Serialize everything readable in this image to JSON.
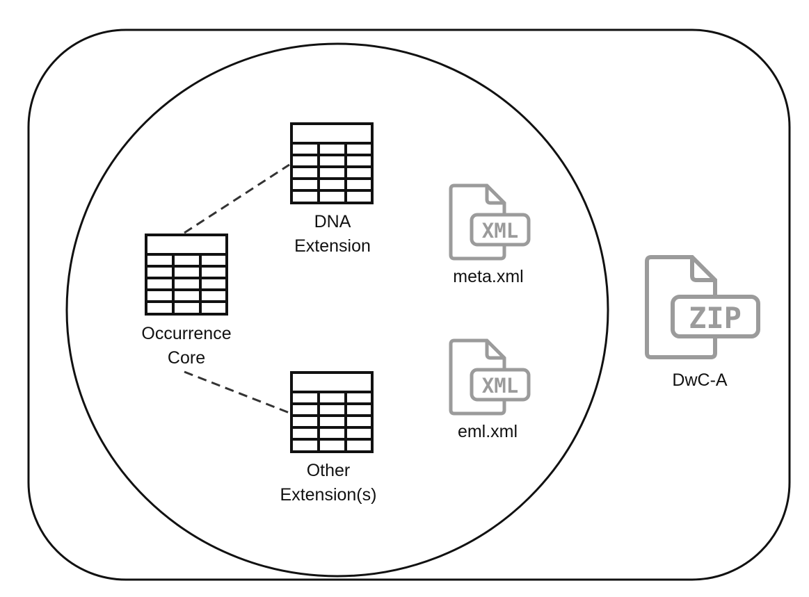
{
  "diagram": {
    "core": {
      "label_line1": "Occurrence",
      "label_line2": "Core"
    },
    "dna_extension": {
      "label_line1": "DNA",
      "label_line2": "Extension"
    },
    "other_extension": {
      "label_line1": "Other",
      "label_line2": "Extension(s)"
    },
    "meta_file": {
      "icon_text": "XML",
      "label": "meta.xml",
      "icon": "xml-file-icon"
    },
    "eml_file": {
      "icon_text": "XML",
      "label": "eml.xml",
      "icon": "xml-file-icon"
    },
    "archive": {
      "icon_text": "ZIP",
      "label": "DwC-A",
      "icon": "zip-file-icon"
    },
    "colors": {
      "stroke": "#111111",
      "file_icon": "#9b9b9b",
      "background": "#ffffff"
    }
  }
}
